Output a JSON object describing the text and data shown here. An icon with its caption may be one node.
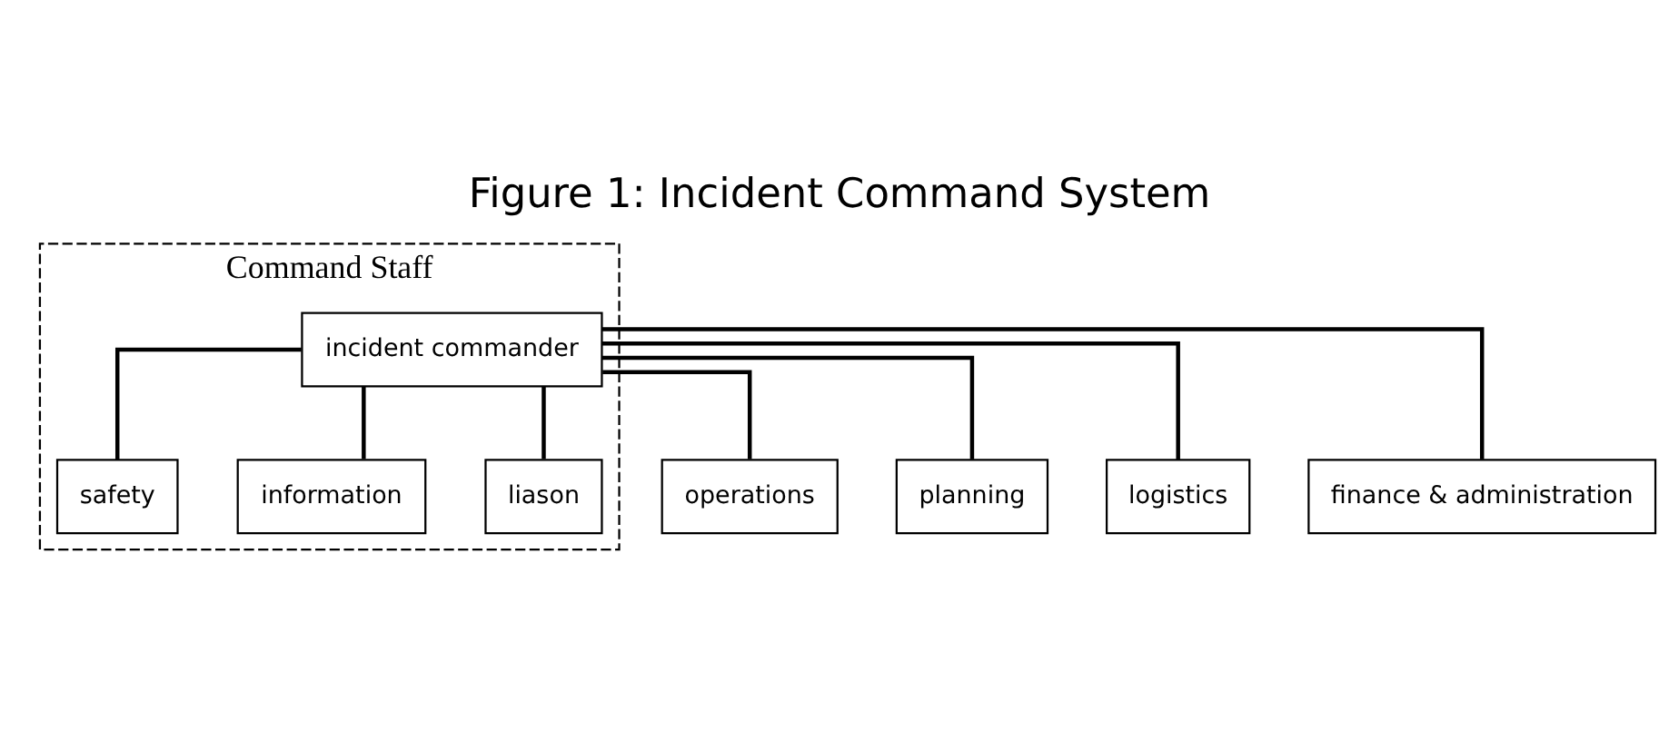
{
  "diagram": {
    "title": "Figure 1: Incident Command System",
    "nodes": [
      {
        "text": [
          "Command Staff"
        ]
      },
      {
        "text": [
          "incident commander"
        ],
        "in": 0
      },
      {
        "text": [
          "safety"
        ],
        "in": 0
      },
      {
        "text": [
          "information"
        ],
        "in": 0
      },
      {
        "text": [
          "liason"
        ],
        "in": 0
      },
      {
        "text": [
          "operations"
        ]
      },
      {
        "text": [
          "planning"
        ]
      },
      {
        "text": [
          "logistics"
        ]
      },
      {
        "text": [
          "finance & administration"
        ]
      }
    ],
    "edges": [
      {
        "from": 1,
        "to": 2,
        "arrow": "none"
      },
      {
        "from": 1,
        "to": 3,
        "arrow": "none"
      },
      {
        "from": 1,
        "to": 4,
        "arrow": "none"
      },
      {
        "from": 1,
        "to": 5,
        "arrow": "none"
      },
      {
        "from": 1,
        "to": 6,
        "arrow": "none"
      },
      {
        "from": 1,
        "to": 7,
        "arrow": "none"
      },
      {
        "from": 1,
        "to": 8,
        "arrow": "none"
      }
    ]
  }
}
